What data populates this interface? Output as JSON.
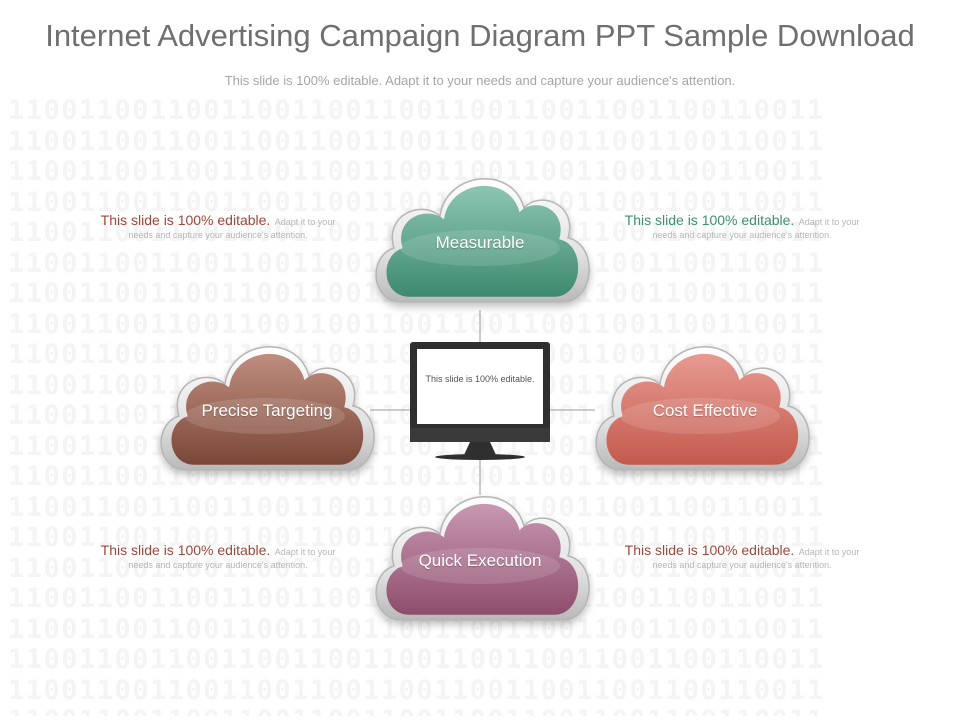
{
  "header": {
    "title": "Internet Advertising Campaign Diagram PPT Sample Download",
    "subtitle": "This slide is 100% editable. Adapt it to your needs and capture your audience's attention."
  },
  "background": {
    "binary_pattern": "1100110011001100110011001100110011001100110011"
  },
  "monitor": {
    "text": "This slide is 100% editable."
  },
  "clouds": {
    "top": {
      "label": "Measurable",
      "color": "#4e9a82"
    },
    "left": {
      "label": "Precise Targeting",
      "color": "#8f5a48"
    },
    "right": {
      "label": "Cost Effective",
      "color": "#d0685c"
    },
    "bottom": {
      "label": "Quick Execution",
      "color": "#a05f7f"
    }
  },
  "descriptions": {
    "top_left": {
      "lead": "This slide is 100% editable.",
      "rest": "Adapt it to your needs and capture your audience's attention.",
      "color": "#a0463a"
    },
    "top_right": {
      "lead": "This slide is 100% editable.",
      "rest": "Adapt it to your needs and capture your audience's attention.",
      "color": "#3f8e72"
    },
    "bottom_left": {
      "lead": "This slide is 100% editable.",
      "rest": "Adapt it to your needs and capture your audience's attention.",
      "color": "#a0463a"
    },
    "bottom_right": {
      "lead": "This slide is 100% editable.",
      "rest": "Adapt it to your needs and capture your audience's attention.",
      "color": "#a0463a"
    }
  }
}
